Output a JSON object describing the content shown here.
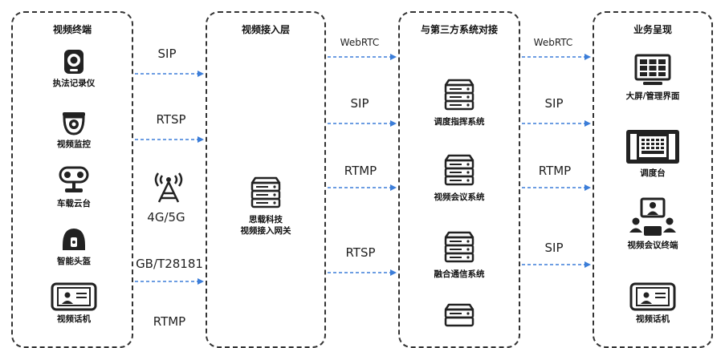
{
  "columns": {
    "terminal": {
      "title": "视频终端",
      "items": [
        "执法记录仪",
        "视频监控",
        "车载云台",
        "智能头盔",
        "视频话机"
      ]
    },
    "access": {
      "title": "视频接入层",
      "gateway": "思载科技\n视频接入网关"
    },
    "third_party": {
      "title": "与第三方系统对接",
      "items": [
        "调度指挥系统",
        "视频会议系统",
        "融合通信系统"
      ]
    },
    "business": {
      "title": "业务呈现",
      "items": [
        "大屏/管理界面",
        "调度台",
        "视频会议终端",
        "视频话机"
      ]
    }
  },
  "protocols": {
    "left": [
      "SIP",
      "RTSP",
      "4G/5G",
      "GB/T28181",
      "RTMP"
    ],
    "middle": [
      "WebRTC",
      "SIP",
      "RTMP",
      "RTSP"
    ],
    "right": [
      "WebRTC",
      "SIP",
      "RTMP",
      "SIP"
    ]
  },
  "colors": {
    "arrow": "#3b7dd8",
    "stroke": "#222222"
  }
}
